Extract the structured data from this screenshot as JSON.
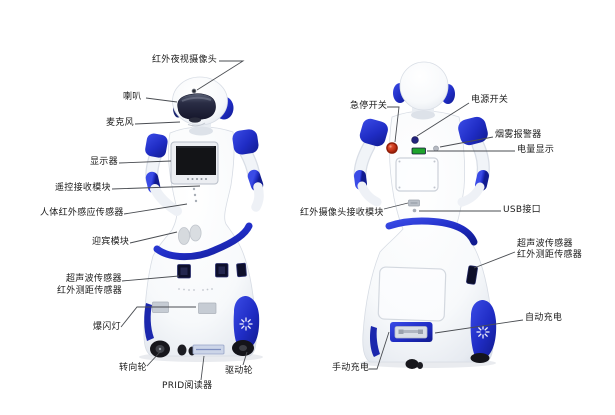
{
  "labels": {
    "ir_night_camera": "红外夜视摄像头",
    "speaker": "喇叭",
    "microphone": "麦克风",
    "display": "显示器",
    "remote_receiver": "遥控接收模块",
    "human_ir_sensor": "人体红外感应传感器",
    "welcome_module": "迎宾模块",
    "ultrasonic_sensor_front": "超声波传感器",
    "ir_ranging_sensor_front": "红外测距传感器",
    "strobe_light": "爆闪灯",
    "steering_wheel": "转向轮",
    "prid_reader": "PRID阅读器",
    "drive_wheel": "驱动轮",
    "emergency_stop_switch": "急停开关",
    "power_switch": "电源开关",
    "smoke_alarm": "烟雾报警器",
    "battery_level_display": "电量显示",
    "ir_camera_receiver_module": "红外摄像头接收模块",
    "usb_port": "USB接口",
    "ultrasonic_sensor_back": "超声波传感器",
    "ir_ranging_sensor_back": "红外测距传感器",
    "auto_charging": "自动充电",
    "manual_charging": "手动充电"
  },
  "colors": {
    "robot_blue": "#2130cd",
    "visor_navy": "#1d1e38",
    "emergency_red": "#c0321a",
    "battery_green": "#1ea32c",
    "leader_line": "#4a4d52"
  }
}
